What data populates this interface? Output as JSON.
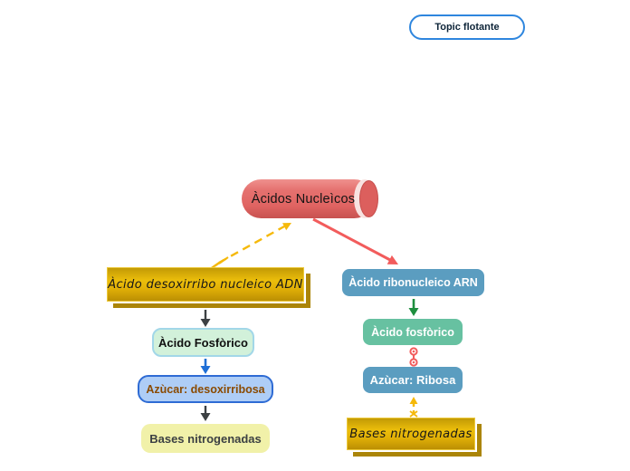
{
  "floating_topic": {
    "label": "Topic flotante",
    "border_color": "#2e86de"
  },
  "map": {
    "central": {
      "label": "Àcidos Nucleìcos",
      "shape": "cylinder",
      "color": "#e06462"
    },
    "left_branch": {
      "title": {
        "label": "Àcido desoxirribo nucleico ADN",
        "color": "#e2b107",
        "shadow_color": "#ab8508"
      },
      "children": [
        {
          "label": "Àcido Fosfòrico",
          "fill": "#d2f1da",
          "border": "#a2d7e8",
          "text_color": "#101010"
        },
        {
          "label": "Azùcar: desoxirribosa",
          "fill": "#aecdf6",
          "border": "#2e6bd4",
          "text_color": "#8a4a00"
        },
        {
          "label": "Bases nitrogenadas",
          "fill": "#f1f1a9",
          "text_color": "#3c4043"
        }
      ]
    },
    "right_branch": {
      "title": {
        "label": "Àcido ribonucleico ARN",
        "color": "#5b9dc0",
        "text_color": "#ffffff"
      },
      "children": [
        {
          "label": "Àcido fosfòrico",
          "fill": "#67c1a1",
          "text_color": "#ffffff"
        },
        {
          "label": "Azùcar: Ribosa",
          "fill": "#5b9dc0",
          "text_color": "#ffffff"
        },
        {
          "label": "Bases nitrogenadas",
          "fill": "#e2b107",
          "shadow_color": "#ab8508"
        }
      ]
    },
    "connectors": [
      {
        "name": "adn-to-central",
        "style": "dashed-feather-arrow",
        "color": "#f5b90a",
        "from": "Àcido desoxirribo nucleico ADN",
        "to": "Àcidos Nucleìcos"
      },
      {
        "name": "central-to-arn",
        "style": "solid-arrow",
        "color": "#f25c5c",
        "from": "Àcidos Nucleìcos",
        "to": "Àcido ribonucleico ARN"
      },
      {
        "name": "adn-to-fosforico",
        "style": "solid-arrow",
        "color": "#3c4043",
        "from": "Àcido desoxirribo nucleico ADN",
        "to": "Àcido Fosfòrico"
      },
      {
        "name": "fosforico-to-azucar",
        "style": "solid-arrow",
        "color": "#1f6fd6",
        "from": "Àcido Fosfòrico",
        "to": "Azùcar: desoxirribosa"
      },
      {
        "name": "azucar-to-bases",
        "style": "solid-arrow",
        "color": "#3c4043",
        "from": "Azùcar: desoxirribosa",
        "to": "Bases nitrogenadas"
      },
      {
        "name": "arn-to-fosforico",
        "style": "solid-arrow",
        "color": "#1e8e3e",
        "from": "Àcido ribonucleico ARN",
        "to": "Àcido fosfòrico"
      },
      {
        "name": "fosforico-to-ribosa",
        "style": "barbell-link",
        "color": "#f25c5c",
        "from": "Àcido fosfòrico",
        "to": "Azùcar: Ribosa"
      },
      {
        "name": "bases-to-ribosa",
        "style": "dashed-feather-arrow",
        "color": "#f5b90a",
        "from": "Bases nitrogenadas",
        "to": "Azùcar: Ribosa"
      }
    ]
  }
}
